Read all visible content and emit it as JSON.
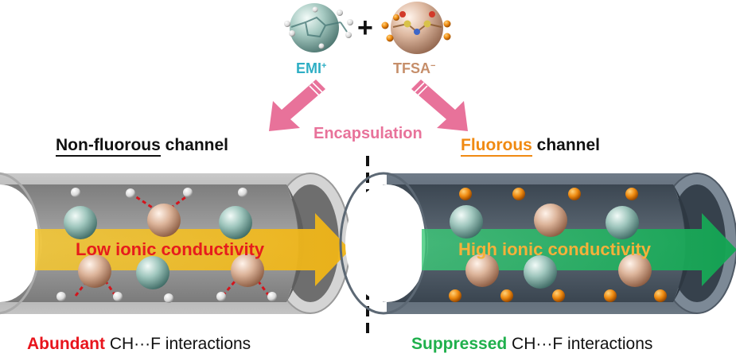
{
  "colors": {
    "emi": "#2eaec4",
    "tfsa": "#c68e6a",
    "arrow_pink": "#e8729a",
    "fluorous_orange": "#f08a12",
    "abundant_red": "#e8141c",
    "suppressed_green": "#1fb04c",
    "low_text": "#e61c1c",
    "high_text": "#f5b13a",
    "yellow_arrow": "#f2bd1e",
    "green_arrow": "#1fb562"
  },
  "cation": {
    "name": "EMI",
    "charge": "+"
  },
  "cation_icon": "emi-molecule-icon",
  "plus_sign": "+",
  "anion": {
    "name": "TFSA",
    "charge": "−"
  },
  "anion_icon": "tfsa-molecule-icon",
  "encapsulation_label": "Encapsulation",
  "left": {
    "title_underlined": "Non-fluorous",
    "title_rest": " channel",
    "conductivity": "Low ionic conductivity",
    "footer_bold": "Abundant",
    "footer_rest": " CH···F interactions"
  },
  "right": {
    "title_underlined": "Fluorous",
    "title_rest": " channel",
    "conductivity": "High ionic conductivity",
    "footer_bold": "Suppressed",
    "footer_rest": " CH···F interactions"
  }
}
